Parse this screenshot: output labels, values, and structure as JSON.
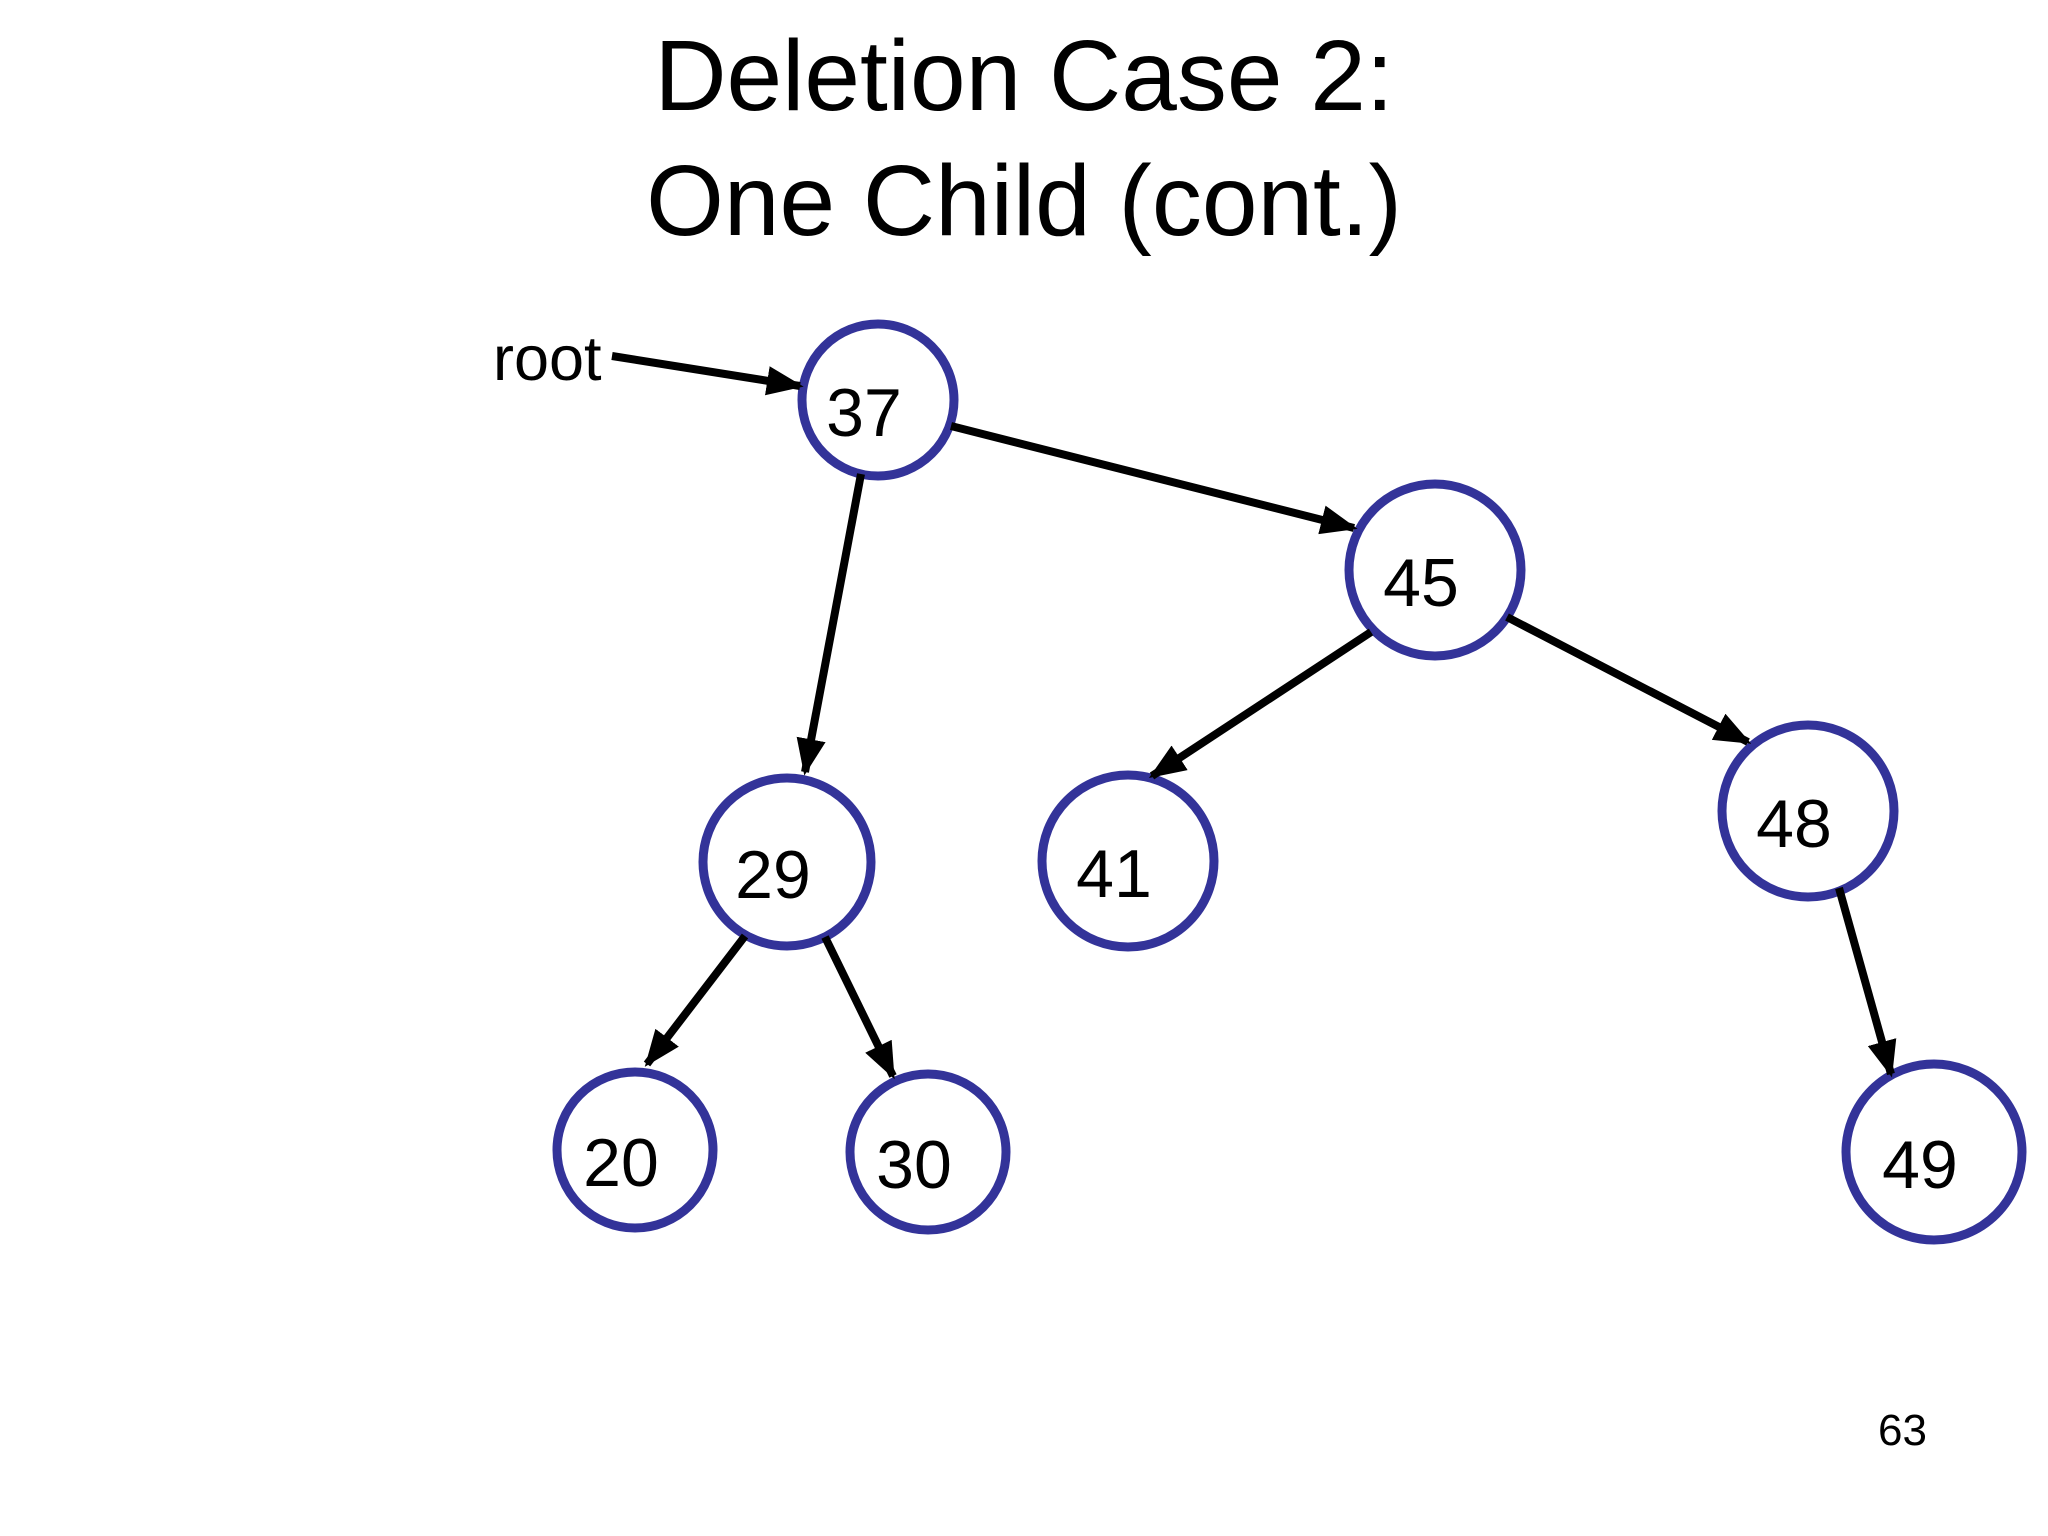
{
  "slide": {
    "title_line1": "Deletion Case 2:",
    "title_line2": "One Child (cont.)",
    "page_number": "63"
  },
  "diagram": {
    "type": "binary-search-tree",
    "root_label": "root",
    "colors": {
      "node_stroke": "#333399",
      "edge": "#000000",
      "text": "#000000"
    },
    "nodes": [
      {
        "id": "37",
        "label": "37"
      },
      {
        "id": "45",
        "label": "45"
      },
      {
        "id": "29",
        "label": "29"
      },
      {
        "id": "41",
        "label": "41"
      },
      {
        "id": "48",
        "label": "48"
      },
      {
        "id": "20",
        "label": "20"
      },
      {
        "id": "30",
        "label": "30"
      },
      {
        "id": "49",
        "label": "49"
      }
    ],
    "edges": [
      {
        "from": "root",
        "to": "37"
      },
      {
        "from": "37",
        "to": "29",
        "side": "left"
      },
      {
        "from": "37",
        "to": "45",
        "side": "right"
      },
      {
        "from": "45",
        "to": "41",
        "side": "left"
      },
      {
        "from": "45",
        "to": "48",
        "side": "right"
      },
      {
        "from": "29",
        "to": "20",
        "side": "left"
      },
      {
        "from": "29",
        "to": "30",
        "side": "right"
      },
      {
        "from": "48",
        "to": "49",
        "side": "right"
      }
    ]
  }
}
